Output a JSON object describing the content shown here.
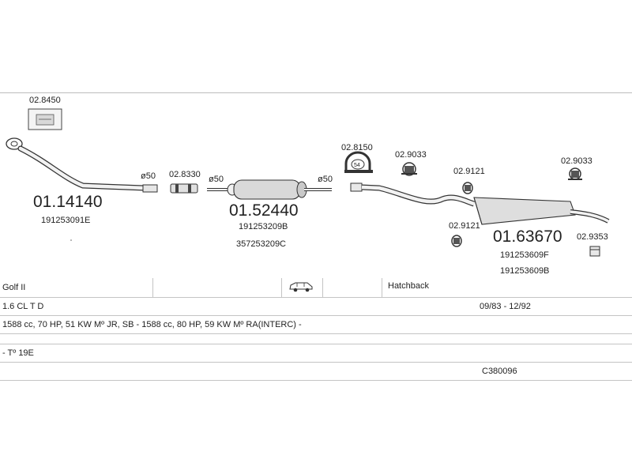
{
  "diagram": {
    "parts": [
      {
        "id": "02.8450",
        "label": "02.8450"
      },
      {
        "id": "01.14140",
        "label": "01.14140",
        "oem": [
          "191253091E"
        ]
      },
      {
        "id": "02.8330",
        "label": "02.8330"
      },
      {
        "id": "01.52440",
        "label": "01.52440",
        "oem": [
          "191253209B",
          "357253209C"
        ]
      },
      {
        "id": "02.8150",
        "label": "02.8150",
        "clamp_text": "54"
      },
      {
        "id": "02.9033a",
        "label": "02.9033"
      },
      {
        "id": "02.9121a",
        "label": "02.9121"
      },
      {
        "id": "02.9121b",
        "label": "02.9121"
      },
      {
        "id": "01.63670",
        "label": "01.63670",
        "oem": [
          "191253609F",
          "191253609B"
        ]
      },
      {
        "id": "02.9033b",
        "label": "02.9033"
      },
      {
        "id": "02.9353",
        "label": "02.9353"
      }
    ],
    "diameters": [
      "ø50",
      "ø50",
      "ø50"
    ]
  },
  "info": {
    "model": "Golf II",
    "body_type": "Hatchback",
    "engine": "1.6 CL T D",
    "years": "09/83 - 12/92",
    "specs": "1588 cc, 70 HP, 51 KW Mº JR, SB - 1588 cc, 80 HP, 59 KW Mº RA(INTERC) -",
    "note": "- Tº 19E",
    "code": "C380096"
  }
}
